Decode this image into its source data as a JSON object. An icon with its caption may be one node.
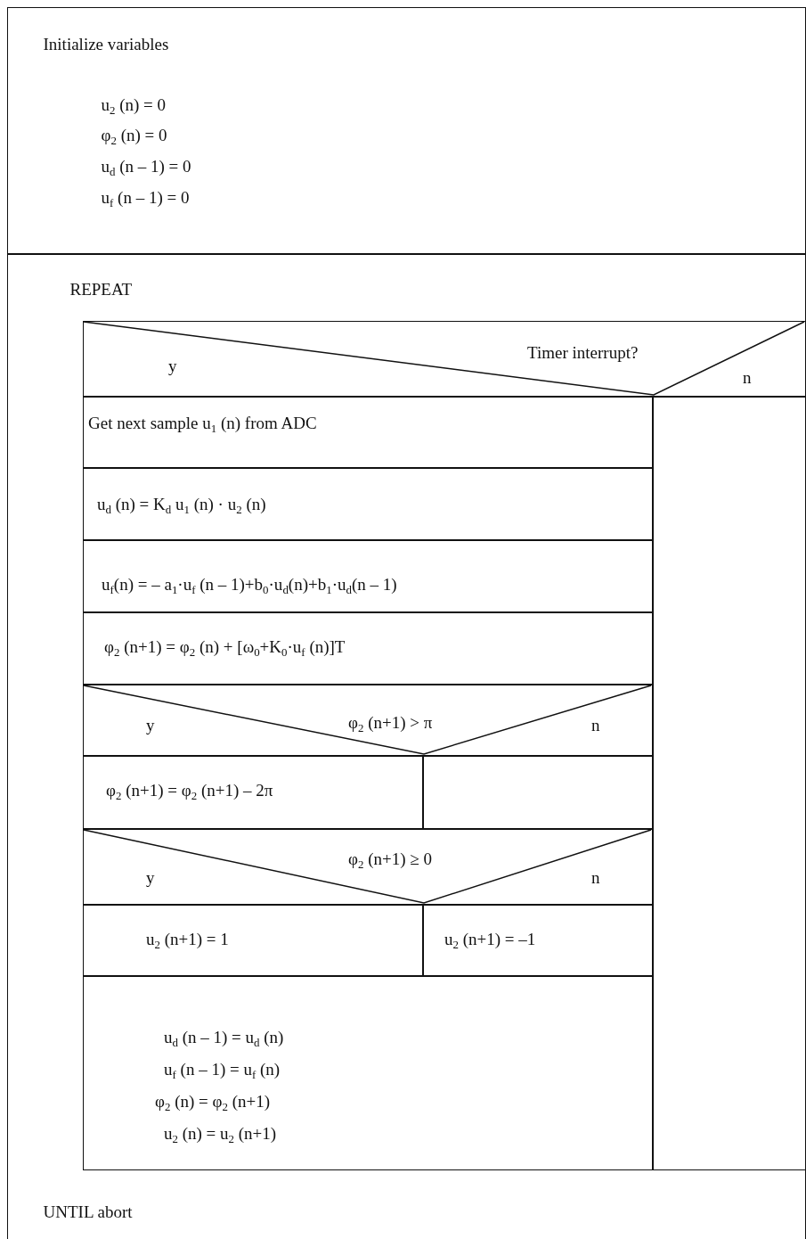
{
  "diagram": {
    "nodes": [
      {
        "text": [
          "Initialize variables",
          "u$_{2}$ (n) = 0",
          "φ$_{2}$ (n) = 0",
          "u$_{d}$ (n – 1) = 0",
          "u$_{f}$ (n – 1) = 0"
        ]
      },
      {
        "text": [
          "REPEAT",
          "UNTIL abort"
        ]
      },
      {
        "text": [
          "Timer interrupt?",
          "y",
          "n"
        ],
        "in": 1
      },
      {
        "text": [
          "Get next sample u$_{1}$ (n) from ADC"
        ],
        "in": 1
      },
      {
        "text": [
          "u$_{d}$ (n) = K$_{d}$ u$_{1}$ (n) · u$_{2}$ (n)"
        ],
        "in": 1
      },
      {
        "text": [
          "u$_{f}$(n) = – a$_{1}$·u$_{f}$ (n – 1)+b$_{0}$·u$_{d}$(n)+b$_{1}$·u$_{d}$(n – 1)"
        ],
        "in": 1
      },
      {
        "text": [
          "φ$_{2}$ (n+1) = φ$_{2}$ (n) + [ω$_{0}$+K$_{0}$·u$_{f}$ (n)]T"
        ],
        "in": 1
      },
      {
        "text": [
          "y",
          "φ$_{2}$ (n+1) > π",
          "n"
        ],
        "in": 1
      },
      {
        "text": [
          "φ$_{2}$ (n+1) = φ$_{2}$ (n+1) – 2π"
        ],
        "in": 1
      },
      {
        "text": [],
        "shape": "box",
        "in": 1
      },
      {
        "text": [
          "φ$_{2}$ (n+1)  ≥  0",
          "y",
          "n"
        ],
        "in": 1
      },
      {
        "text": [
          "u$_{2}$ (n+1) = 1"
        ],
        "in": 1
      },
      {
        "text": [
          "u$_{2}$ (n+1) = –1"
        ],
        "in": 1
      },
      {
        "text": [
          "u$_{d}$ (n – 1) = u$_{d}$ (n)",
          "u$_{f}$ (n – 1) = u$_{f}$ (n)",
          "φ$_{2}$ (n) = φ$_{2}$ (n+1)",
          "u$_{2}$ (n) = u$_{2}$ (n+1)"
        ],
        "in": 1
      },
      {
        "text": [],
        "shape": "box",
        "in": 1
      }
    ]
  }
}
